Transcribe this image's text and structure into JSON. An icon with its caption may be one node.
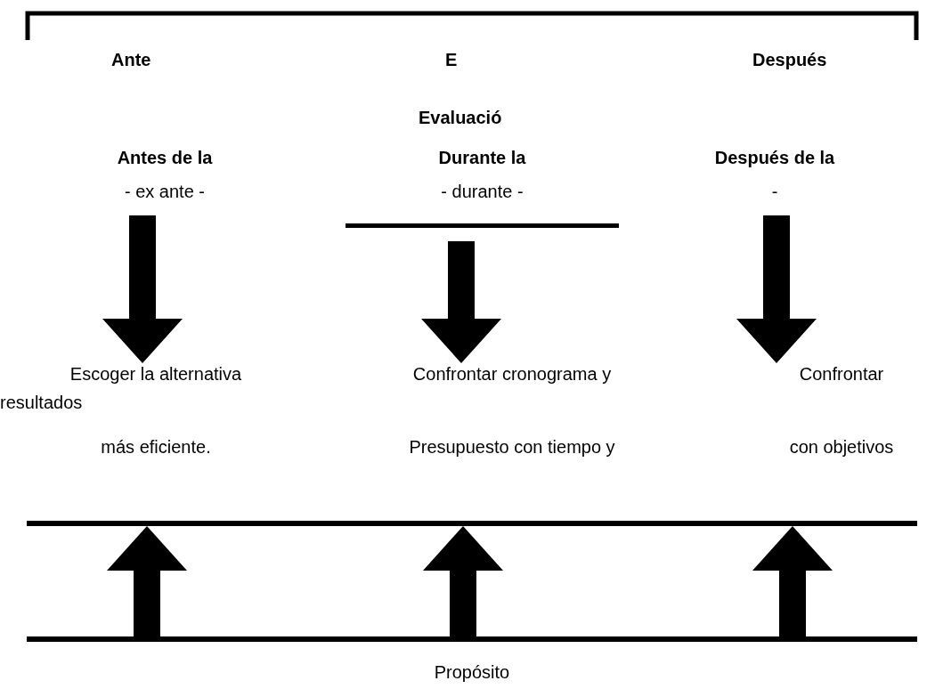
{
  "diagram": {
    "nodes": [
      {
        "text": [
          "Antes de la",
          "- ex ante -"
        ]
      },
      {
        "text": [
          "Durante la",
          "- durante -"
        ]
      },
      {
        "text": [
          "Después de la",
          "-"
        ]
      },
      {
        "text": [
          "Escoger la alternativa",
          "más eficiente."
        ]
      },
      {
        "text": [
          "Confrontar cronograma y",
          "Presupuesto con tiempo y"
        ]
      },
      {
        "text": [
          "Confrontar",
          "con objetivos"
        ]
      },
      {
        "text": [],
        "shape": "bar"
      },
      {
        "text": [],
        "shape": "bar",
        "beside": [
          "Propósito"
        ]
      }
    ],
    "edges": [
      {
        "from": 0,
        "to": 3,
        "arrow": "to"
      },
      {
        "from": 1,
        "to": 4,
        "arrow": "to"
      },
      {
        "from": 2,
        "to": 5,
        "arrow": "to"
      },
      {
        "from": 7,
        "to": 6,
        "arrow": "to"
      },
      {
        "from": 7,
        "to": 6,
        "arrow": "to"
      },
      {
        "from": 7,
        "to": 6,
        "arrow": "to"
      }
    ],
    "labels": [
      "Ante",
      "E",
      "Después",
      "Evaluació",
      "resultados"
    ]
  }
}
